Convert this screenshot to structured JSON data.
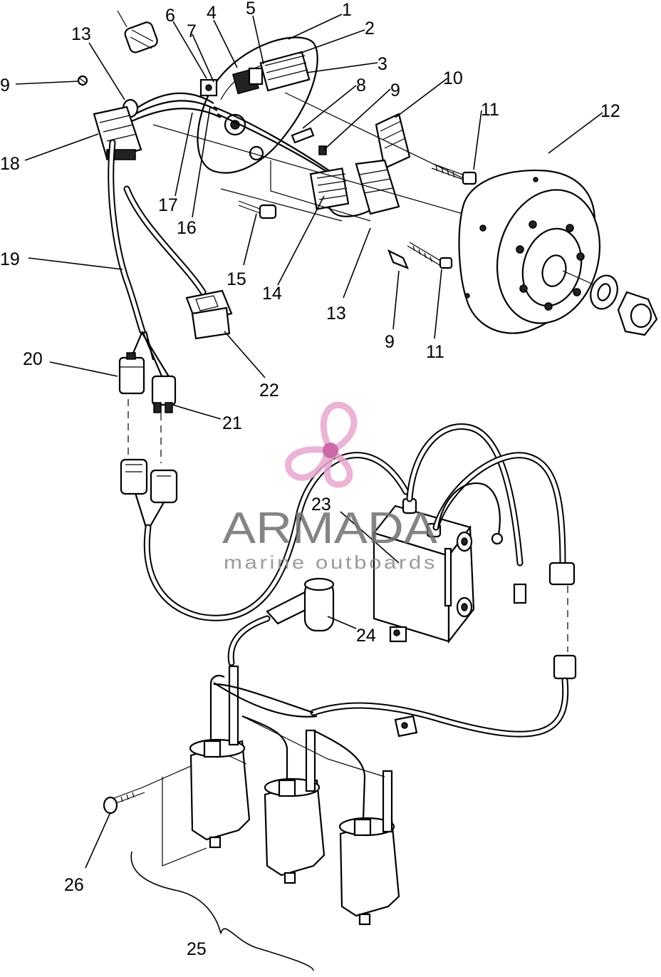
{
  "callouts": [
    "1",
    "2",
    "3",
    "4",
    "5",
    "6",
    "7",
    "8",
    "9",
    "10",
    "11",
    "12",
    "13",
    "14",
    "15",
    "16",
    "17",
    "18",
    "19",
    "20",
    "21",
    "22",
    "23",
    "24",
    "25",
    "26"
  ],
  "labels": [
    {
      "text": "1"
    },
    {
      "text": "2"
    },
    {
      "text": "3"
    },
    {
      "text": "4"
    },
    {
      "text": "5"
    },
    {
      "text": "6"
    },
    {
      "text": "7"
    },
    {
      "text": "13"
    },
    {
      "text": "9"
    },
    {
      "text": "8"
    },
    {
      "text": "9"
    },
    {
      "text": "10"
    },
    {
      "text": "11"
    },
    {
      "text": "12"
    },
    {
      "text": "18"
    },
    {
      "text": "17"
    },
    {
      "text": "16"
    },
    {
      "text": "19"
    },
    {
      "text": "15"
    },
    {
      "text": "14"
    },
    {
      "text": "13"
    },
    {
      "text": "9"
    },
    {
      "text": "11"
    },
    {
      "text": "20"
    },
    {
      "text": "22"
    },
    {
      "text": "21"
    },
    {
      "text": "23"
    },
    {
      "text": "24"
    },
    {
      "text": "26"
    },
    {
      "text": "25"
    }
  ],
  "watermark": {
    "brand": "ARMADA",
    "tagline": "marine outboards",
    "logo_icon": "propeller-logo-icon",
    "logo_color": "#e8a6cf",
    "logo_accent": "#c44f9a"
  },
  "icons": {
    "flywheel": "flywheel-icon",
    "stator": "stator-plate-icon",
    "cdi_module": "cdi-module-icon",
    "ignition_coil": "ignition-coil-icon",
    "spark_plug_cap": "spark-plug-cap-icon",
    "connector": "connector-icon",
    "regulator": "regulator-icon",
    "nut": "flywheel-nut-icon",
    "washer": "washer-icon",
    "screw": "screw-icon",
    "wire_harness": "wire-harness-icon"
  }
}
